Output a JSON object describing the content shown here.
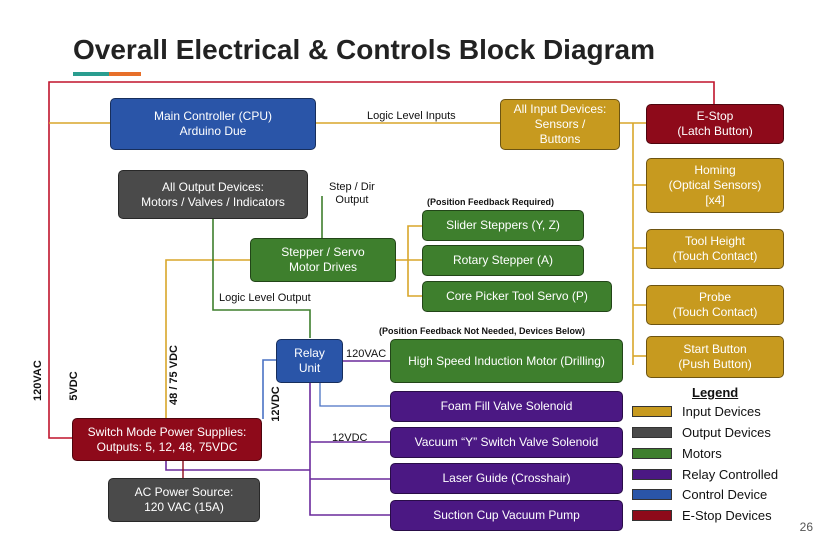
{
  "title": "Overall Electrical & Controls Block Diagram",
  "colors": {
    "input": "#c79a1f",
    "output": "#4a4a4a",
    "motor": "#3e7f2d",
    "relay": "#4b1883",
    "control": "#2a55a8",
    "estop": "#8e0a1a",
    "accent_teal": "#2a9d8f",
    "accent_orange": "#e76f2a"
  },
  "blocks": {
    "main_controller": "Main Controller (CPU)\nArduino Due",
    "all_input": "All Input Devices:\nSensors /\nButtons",
    "estop": "E-Stop\n(Latch Button)",
    "homing": "Homing\n(Optical Sensors)\n[x4]",
    "tool_height": "Tool Height\n(Touch Contact)",
    "probe": "Probe\n(Touch Contact)",
    "start_button": "Start Button\n(Push Button)",
    "all_output": "All Output Devices:\nMotors / Valves / Indicators",
    "stepper_drives": "Stepper / Servo\nMotor Drives",
    "slider_steppers": "Slider Steppers (Y, Z)",
    "rotary_stepper": "Rotary Stepper (A)",
    "core_picker": "Core Picker Tool Servo (P)",
    "relay_unit": "Relay\nUnit",
    "induction_motor": "High Speed Induction Motor (Drilling)",
    "foam_valve": "Foam Fill Valve  Solenoid",
    "vacuum_valve": "Vacuum “Y” Switch Valve Solenoid",
    "laser_guide": "Laser Guide (Crosshair)",
    "suction_pump": "Suction Cup Vacuum Pump",
    "power_supplies": "Switch Mode Power Supplies:\nOutputs: 5, 12, 48, 75VDC",
    "ac_source": "AC Power Source:\n120 VAC (15A)"
  },
  "labels": {
    "logic_inputs": "Logic Level Inputs",
    "step_dir": "Step / Dir\nOutput",
    "position_feedback": "(Position Feedback Required)",
    "logic_output": "Logic Level Output",
    "no_feedback": "(Position Feedback Not Needed, Devices Below)",
    "relay_120vac": "120VAC",
    "relay_12vdc": "12VDC",
    "v120ac": "120VAC",
    "v5dc": "5VDC",
    "v48_75": "48 / 75 VDC",
    "v12dc": "12VDC"
  },
  "legend": {
    "title": "Legend",
    "items": [
      {
        "label": "Input Devices",
        "color": "#c79a1f"
      },
      {
        "label": "Output Devices",
        "color": "#4a4a4a"
      },
      {
        "label": "Motors",
        "color": "#3e7f2d"
      },
      {
        "label": "Relay Controlled",
        "color": "#4b1883"
      },
      {
        "label": "Control Device",
        "color": "#2a55a8"
      },
      {
        "label": "E-Stop Devices",
        "color": "#8e0a1a"
      }
    ]
  },
  "page_number": "26"
}
